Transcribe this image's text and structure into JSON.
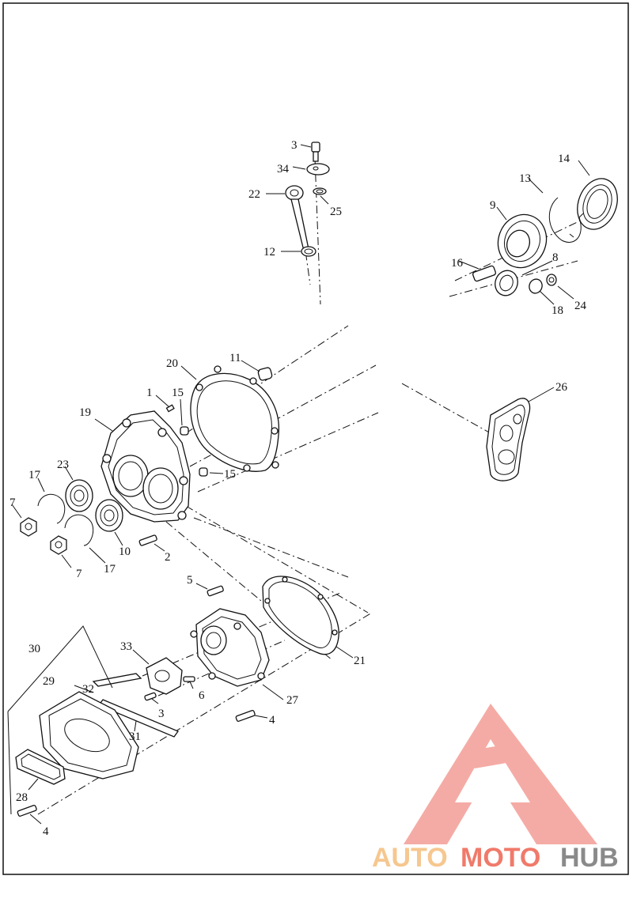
{
  "diagram": {
    "frame": "border",
    "callouts": [
      {
        "id": "c-3-top",
        "text": "3"
      },
      {
        "id": "c-34",
        "text": "34"
      },
      {
        "id": "c-22",
        "text": "22"
      },
      {
        "id": "c-25",
        "text": "25"
      },
      {
        "id": "c-12",
        "text": "12"
      },
      {
        "id": "c-14",
        "text": "14"
      },
      {
        "id": "c-13",
        "text": "13"
      },
      {
        "id": "c-9",
        "text": "9"
      },
      {
        "id": "c-16",
        "text": "16"
      },
      {
        "id": "c-8",
        "text": "8"
      },
      {
        "id": "c-18",
        "text": "18"
      },
      {
        "id": "c-24",
        "text": "24"
      },
      {
        "id": "c-20",
        "text": "20"
      },
      {
        "id": "c-11",
        "text": "11"
      },
      {
        "id": "c-26",
        "text": "26"
      },
      {
        "id": "c-1",
        "text": "1"
      },
      {
        "id": "c-15-a",
        "text": "15"
      },
      {
        "id": "c-19",
        "text": "19"
      },
      {
        "id": "c-15-b",
        "text": "15"
      },
      {
        "id": "c-17-a",
        "text": "17"
      },
      {
        "id": "c-23",
        "text": "23"
      },
      {
        "id": "c-7-a",
        "text": "7"
      },
      {
        "id": "c-10",
        "text": "10"
      },
      {
        "id": "c-2",
        "text": "2"
      },
      {
        "id": "c-7-b",
        "text": "7"
      },
      {
        "id": "c-17-b",
        "text": "17"
      },
      {
        "id": "c-5",
        "text": "5"
      },
      {
        "id": "c-21",
        "text": "21"
      },
      {
        "id": "c-30",
        "text": "30"
      },
      {
        "id": "c-33",
        "text": "33"
      },
      {
        "id": "c-29",
        "text": "29"
      },
      {
        "id": "c-32",
        "text": "32"
      },
      {
        "id": "c-6",
        "text": "6"
      },
      {
        "id": "c-27",
        "text": "27"
      },
      {
        "id": "c-3-mid",
        "text": "3"
      },
      {
        "id": "c-4-a",
        "text": "4"
      },
      {
        "id": "c-31",
        "text": "31"
      },
      {
        "id": "c-28",
        "text": "28"
      },
      {
        "id": "c-4-b",
        "text": "4"
      }
    ]
  },
  "watermark": {
    "part1": "AUTO",
    "part2": "MOTO",
    "part3": "HUB",
    "colors": {
      "auto": "#f6c78f",
      "moto": "#f07a6a",
      "hub": "#8a8a8a",
      "logo": "#f4a39c"
    }
  }
}
